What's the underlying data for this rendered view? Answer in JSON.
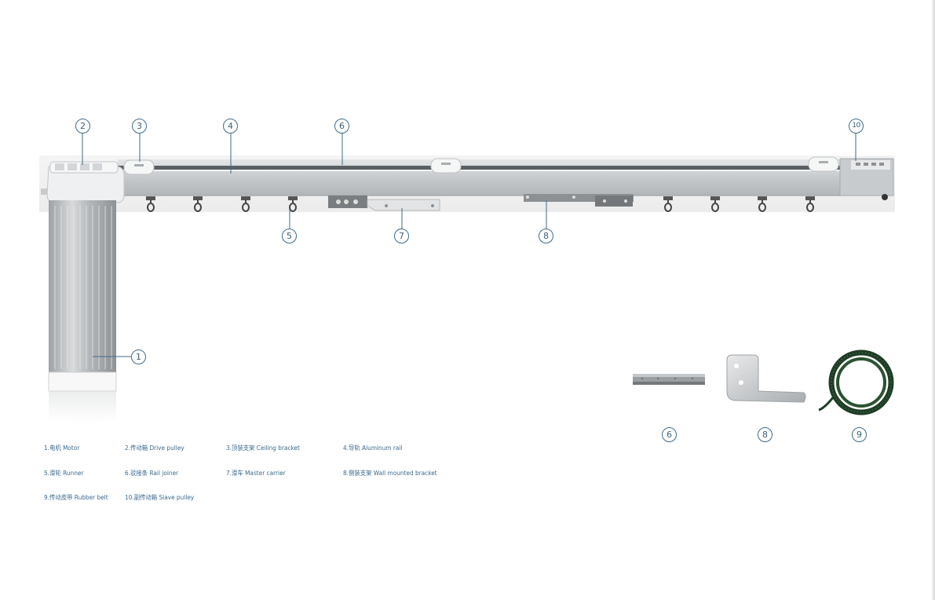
{
  "callouts": {
    "c1": "1",
    "c2": "2",
    "c3": "3",
    "c4": "4",
    "c5": "5",
    "c6": "6",
    "c7": "7",
    "c8": "8",
    "c10": "10",
    "a6": "6",
    "a8": "8",
    "a9": "9"
  },
  "legend": {
    "items": [
      "1.电机  Motor",
      "2.传动箱  Drive pulley",
      "3.顶装支架  Ceiling bracket",
      "4.导轨  Aluminum rail",
      "5.滑轮  Runner",
      "6.驳接条  Rail joiner",
      "7.滑车  Master carrier",
      "8.侧装支架  Wall mounted bracket",
      "9.传动皮带  Rubber belt",
      "10.副传动箱  Slave pulley"
    ]
  },
  "colors": {
    "callout_stroke": "#3e6b8a",
    "legend_text": "#3a6a8c",
    "rail": "#c9ccce",
    "belt": "#1f3d26"
  }
}
